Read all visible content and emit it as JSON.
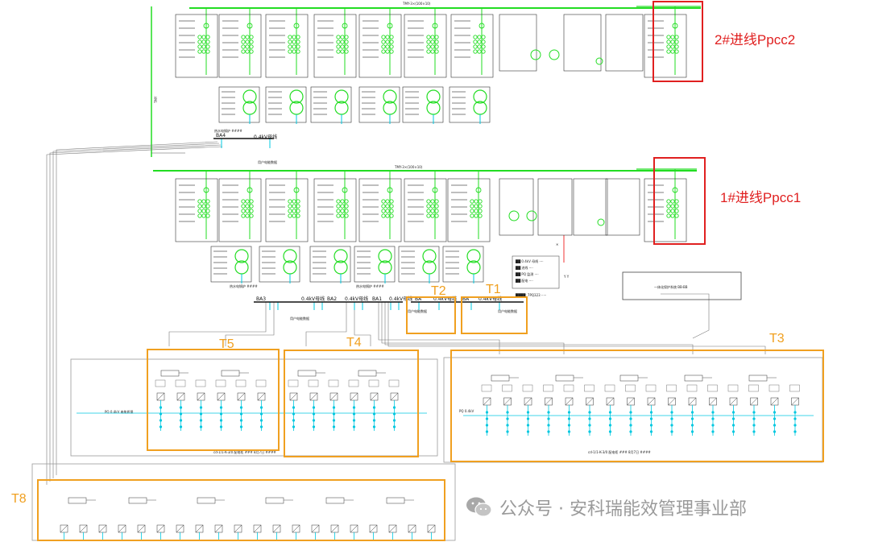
{
  "callouts": {
    "pcc2": "2#进线Ppcc2",
    "pcc1": "1#进线Ppcc1",
    "t1": "T1",
    "t2": "T2",
    "t3": "T3",
    "t4": "T4",
    "t5": "T5",
    "t8": "T8"
  },
  "bus_labels": {
    "volt": "0.4kV母线",
    "ba_4": "BA4",
    "ba_3": "BA3",
    "ba_2": "BA2",
    "ba_1": "BA1",
    "ba_a": "BA",
    "ba_b": "BA"
  },
  "watermark": {
    "icon": "wechat-icon",
    "text": "公众号 · 安科瑞能效管理事业部"
  },
  "colors": {
    "green": "#22dd22",
    "red_callout": "#e02020",
    "orange_callout": "#f0a020",
    "cyan": "#00c8e0"
  }
}
